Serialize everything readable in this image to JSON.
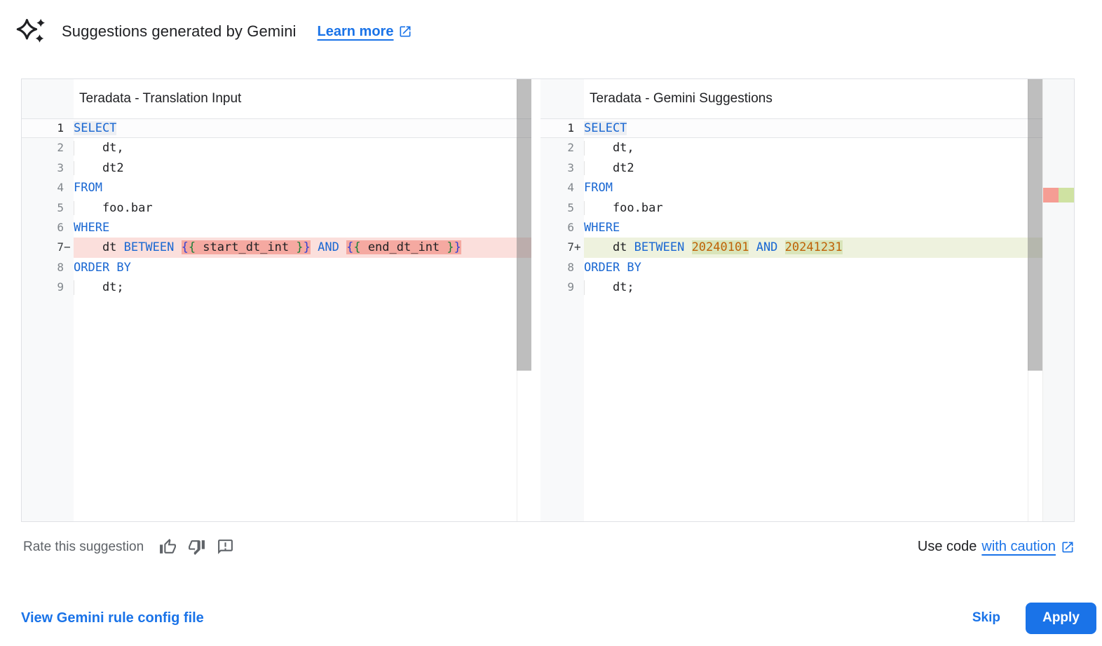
{
  "header": {
    "title": "Suggestions generated by Gemini",
    "learn_more_label": "Learn more"
  },
  "panels": [
    {
      "title": "Teradata - Translation Input",
      "lines": [
        {
          "n": "1",
          "active": true,
          "segs": [
            {
              "t": "SELECT",
              "c": "kw",
              "hl": true
            }
          ]
        },
        {
          "n": "2",
          "indent": true,
          "segs": [
            {
              "t": "    dt,",
              "c": "pl"
            }
          ]
        },
        {
          "n": "3",
          "indent": true,
          "segs": [
            {
              "t": "    dt2",
              "c": "pl"
            }
          ]
        },
        {
          "n": "4",
          "segs": [
            {
              "t": "FROM",
              "c": "kw"
            }
          ]
        },
        {
          "n": "5",
          "indent": true,
          "segs": [
            {
              "t": "    foo.bar",
              "c": "pl"
            }
          ]
        },
        {
          "n": "6",
          "segs": [
            {
              "t": "WHERE",
              "c": "kw"
            }
          ]
        },
        {
          "n": "7",
          "sign": "−",
          "diff": "del",
          "segs": [
            {
              "t": "    dt ",
              "c": "pl"
            },
            {
              "t": "BETWEEN",
              "c": "kw"
            },
            {
              "t": " ",
              "c": "pl"
            },
            {
              "t": "{",
              "c": "br1",
              "w": 1
            },
            {
              "t": "{",
              "c": "br2",
              "w": 1
            },
            {
              "t": " start_dt_int ",
              "c": "pl",
              "w": 1
            },
            {
              "t": "}",
              "c": "br2",
              "w": 1
            },
            {
              "t": "}",
              "c": "br1",
              "w": 1
            },
            {
              "t": " ",
              "c": "pl"
            },
            {
              "t": "AND",
              "c": "kw"
            },
            {
              "t": " ",
              "c": "pl"
            },
            {
              "t": "{",
              "c": "br1",
              "w": 1
            },
            {
              "t": "{",
              "c": "br2",
              "w": 1
            },
            {
              "t": " end_dt_int ",
              "c": "pl",
              "w": 1
            },
            {
              "t": "}",
              "c": "br2",
              "w": 1
            },
            {
              "t": "}",
              "c": "br1",
              "w": 1
            }
          ]
        },
        {
          "n": "8",
          "segs": [
            {
              "t": "ORDER BY",
              "c": "kw"
            }
          ]
        },
        {
          "n": "9",
          "indent": true,
          "segs": [
            {
              "t": "    dt;",
              "c": "pl"
            }
          ]
        }
      ]
    },
    {
      "title": "Teradata - Gemini Suggestions",
      "lines": [
        {
          "n": "1",
          "active": true,
          "segs": [
            {
              "t": "SELECT",
              "c": "kw",
              "hl": true
            }
          ]
        },
        {
          "n": "2",
          "indent": true,
          "segs": [
            {
              "t": "    dt,",
              "c": "pl"
            }
          ]
        },
        {
          "n": "3",
          "indent": true,
          "segs": [
            {
              "t": "    dt2",
              "c": "pl"
            }
          ]
        },
        {
          "n": "4",
          "segs": [
            {
              "t": "FROM",
              "c": "kw"
            }
          ]
        },
        {
          "n": "5",
          "indent": true,
          "segs": [
            {
              "t": "    foo.bar",
              "c": "pl"
            }
          ]
        },
        {
          "n": "6",
          "segs": [
            {
              "t": "WHERE",
              "c": "kw"
            }
          ]
        },
        {
          "n": "7",
          "sign": "+",
          "diff": "add",
          "segs": [
            {
              "t": "    dt ",
              "c": "pl"
            },
            {
              "t": "BETWEEN",
              "c": "kw"
            },
            {
              "t": " ",
              "c": "pl"
            },
            {
              "t": "20240101",
              "c": "num",
              "w": 1
            },
            {
              "t": " ",
              "c": "pl"
            },
            {
              "t": "AND",
              "c": "kw"
            },
            {
              "t": " ",
              "c": "pl"
            },
            {
              "t": "20241231",
              "c": "num",
              "w": 1
            }
          ]
        },
        {
          "n": "8",
          "segs": [
            {
              "t": "ORDER BY",
              "c": "kw"
            }
          ]
        },
        {
          "n": "9",
          "indent": true,
          "segs": [
            {
              "t": "    dt;",
              "c": "pl"
            }
          ]
        }
      ]
    }
  ],
  "feedback": {
    "rate_label": "Rate this suggestion",
    "use_code_label": "Use code",
    "caution_link_label": "with caution",
    "icons": [
      "thumb-up-icon",
      "thumb-down-icon",
      "feedback-icon"
    ]
  },
  "actions": {
    "view_config_label": "View Gemini rule config file",
    "skip_label": "Skip",
    "apply_label": "Apply"
  },
  "colors": {
    "link_blue": "#1a73e8",
    "keyword_blue": "#1967d2",
    "brace_outer": "#3240d3",
    "brace_inner": "#188038",
    "number_token": "#bf6106",
    "diff_del_line": "#fbdfdc",
    "diff_del_word": "#f5a9a1",
    "diff_add_line": "#eef2de",
    "diff_add_word": "#d9e5ba",
    "ruler_del": "#f59d94",
    "ruler_add": "#cfe2a2",
    "gutter_bg": "#f8f9fa",
    "text_gray": "#5f6368"
  }
}
